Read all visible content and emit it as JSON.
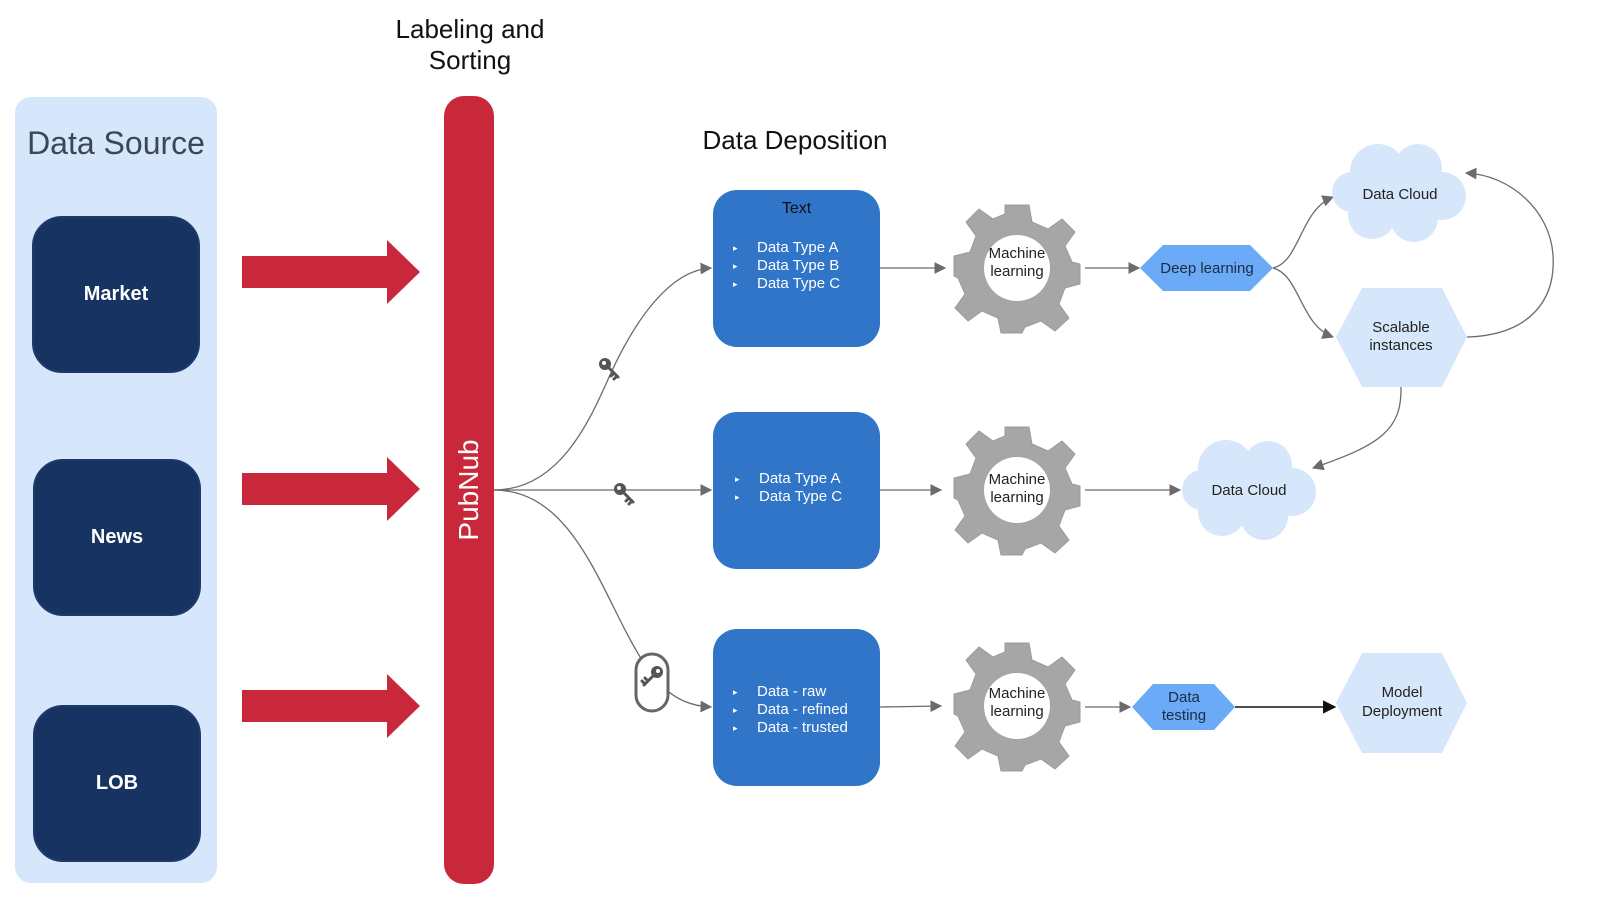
{
  "data_source": {
    "title": "Data Source",
    "sources": [
      {
        "label": "Market"
      },
      {
        "label": "News"
      },
      {
        "label": "LOB"
      }
    ]
  },
  "labeling": {
    "title_line1": "Labeling and",
    "title_line2": "Sorting",
    "bus_label": "PubNub"
  },
  "deposition": {
    "title": "Data Deposition",
    "boxes": [
      {
        "title": "Text",
        "items": [
          "Data Type A",
          "Data Type B",
          "Data Type C"
        ]
      },
      {
        "title": "",
        "items": [
          "Data Type A",
          "Data Type C"
        ]
      },
      {
        "title": "",
        "items": [
          "Data - raw",
          "Data - refined",
          "Data - trusted"
        ]
      }
    ]
  },
  "processing": {
    "gears": [
      {
        "line1": "Machine",
        "line2": "learning"
      },
      {
        "line1": "Machine",
        "line2": "learning"
      },
      {
        "line1": "Machine",
        "line2": "learning"
      }
    ]
  },
  "outputs": {
    "deep_learning": "Deep learning",
    "data_cloud_top": "Data Cloud",
    "scalable_line1": "Scalable",
    "scalable_line2": "instances",
    "data_cloud_mid": "Data Cloud",
    "data_testing_line1": "Data",
    "data_testing_line2": "testing",
    "model_line1": "Model",
    "model_line2": "Deployment"
  },
  "colors": {
    "panel": "#d6e7fc",
    "source_box": "#163362",
    "bus_red": "#c8283a",
    "deposit_blue": "#3075c8",
    "hex_blue": "#6aaaf6",
    "light_shape": "#d6e7fc",
    "gear_gray": "#a6a6a6"
  }
}
